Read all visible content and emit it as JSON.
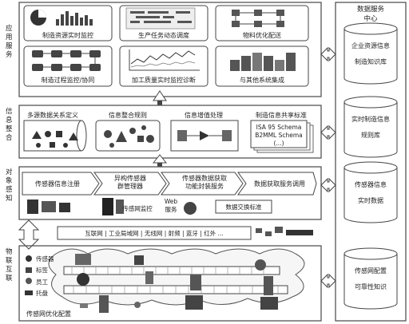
{
  "layers": {
    "app": "应用服务",
    "info": "信息整合",
    "sense": "对象感知",
    "iot": "物联互联"
  },
  "app_services": [
    "制造资源实时监控",
    "生产任务动态调度",
    "物料优化配送",
    "制造过程监控/协同",
    "加工质量实时监控诊断",
    "与其他系统集成"
  ],
  "info_integration": [
    "多源数据关系定义",
    "信息整合规则",
    "信息增值处理",
    "制造信息共享标准"
  ],
  "standards": {
    "isa95": "ISA 95 Schema",
    "b2mml": "B2MML Schema",
    "more": "(...)"
  },
  "perception": [
    "传感器信息注册",
    "异构传感器群管理器",
    "传感器数据获取功能封装服务",
    "数据获取服务调用"
  ],
  "perception_sub": {
    "sensor_net_monitor": "传感网监控",
    "web_service": "Web服务",
    "exchange_std": "数据交换标准"
  },
  "network": "互联网 | 工业局域网 | 无线网 | 射频 | 蓝牙 | 红外 ...",
  "legend": [
    "传感器",
    "标签",
    "员工",
    "托盘"
  ],
  "sensor_net_opt": "传感网优化配置",
  "data_center": {
    "title": "数据服务中心",
    "stores": [
      [
        "企业资源信息",
        "制造知识库"
      ],
      [
        "实时制造信息",
        "规则库"
      ],
      [
        "传感器信息",
        "实时数据"
      ],
      [
        "传感网配置",
        "可靠性知识"
      ]
    ]
  },
  "colors": {
    "frame": "#555555",
    "box": "#ffffff",
    "panel": "#f4f4f4",
    "dark": "#333333",
    "mid": "#888888"
  }
}
